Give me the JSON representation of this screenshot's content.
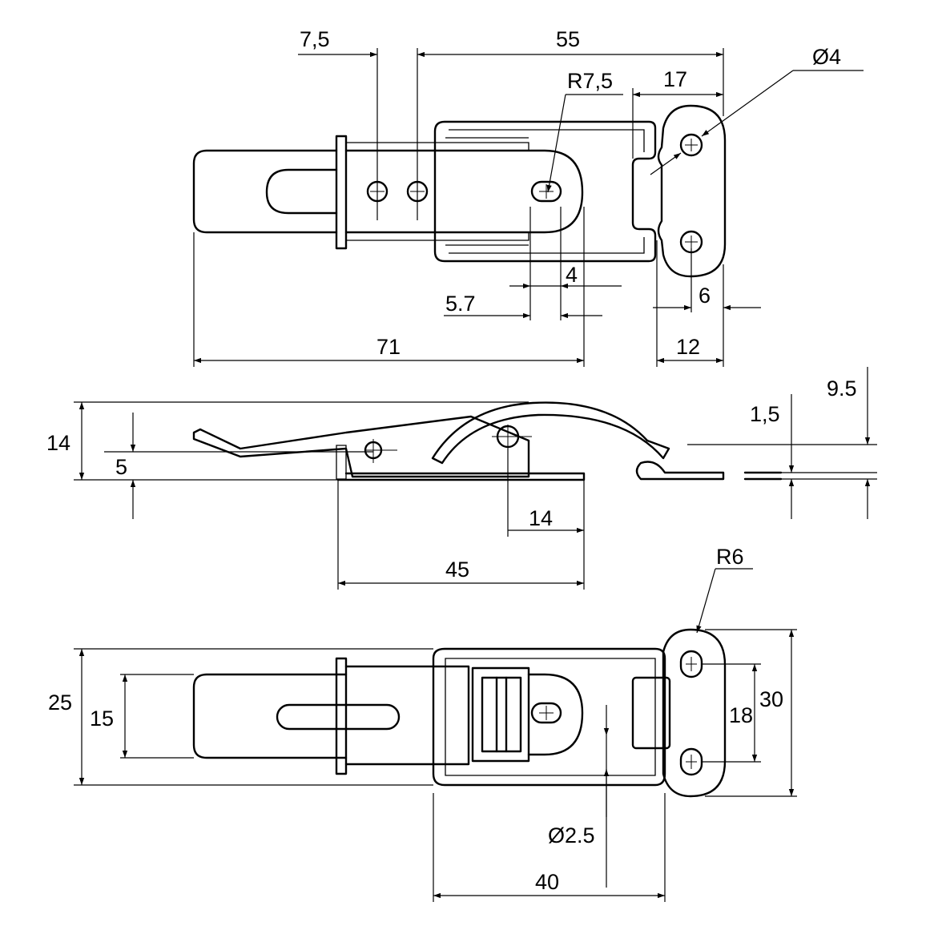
{
  "top_view": {
    "dim_7_5": "7,5",
    "dim_55": "55",
    "dim_r7_5": "R7,5",
    "dim_17": "17",
    "dim_dia4": "Ø4",
    "dim_4": "4",
    "dim_5_7": "5.7",
    "dim_6": "6",
    "dim_71": "71",
    "dim_12": "12"
  },
  "side_view": {
    "dim_14_height": "14",
    "dim_5": "5",
    "dim_1_5": "1,5",
    "dim_9_5": "9.5",
    "dim_14_length": "14",
    "dim_45": "45"
  },
  "bottom_view": {
    "dim_r6": "R6",
    "dim_25": "25",
    "dim_15": "15",
    "dim_18": "18",
    "dim_30": "30",
    "dim_dia2_5": "Ø2.5",
    "dim_40": "40"
  }
}
